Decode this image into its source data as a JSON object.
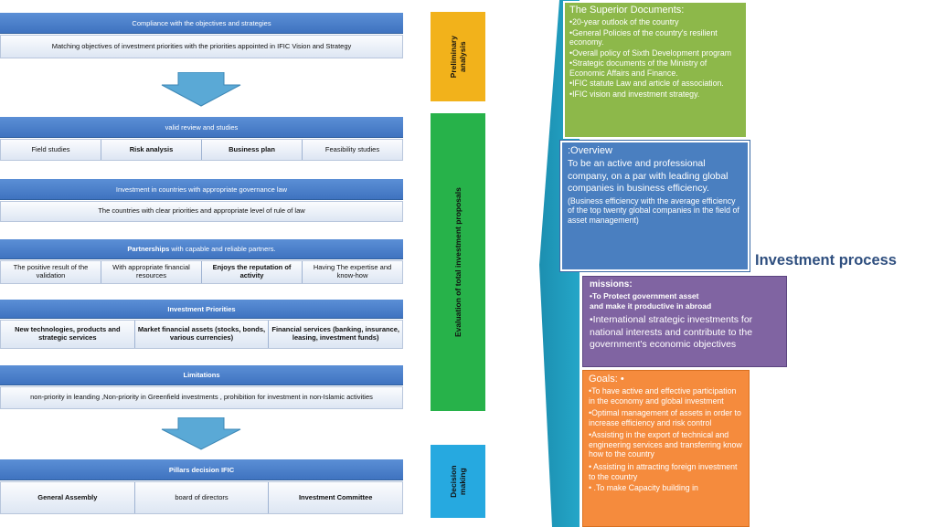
{
  "blocks": {
    "compliance": {
      "header": "Compliance with the objectives and strategies",
      "cells": [
        "Matching objectives of investment priorities  with  the priorities  appointed in  IFIC Vision and Strategy"
      ]
    },
    "review": {
      "header": "valid  review  and studies",
      "cells": [
        "Field studies",
        "Risk analysis",
        "Business plan",
        "Feasibility studies"
      ]
    },
    "governance": {
      "header": "Investment in countries with appropriate governance law",
      "cells": [
        "The countries with clear priorities and appropriate level of rule of law"
      ]
    },
    "partnerships": {
      "header_bold": "Partnerships",
      "header_rest": " with capable and reliable partners.",
      "cells": [
        "The positive result of the validation",
        "With appropriate financial resources",
        "Enjoys the reputation of activity",
        "Having The expertise and know-how"
      ]
    },
    "priorities": {
      "header": "Investment Priorities",
      "cells": [
        "New technologies, products and strategic services",
        "Market financial assets (stocks, bonds, various currencies)",
        "Financial services (banking, insurance, leasing, investment funds)"
      ]
    },
    "limitations": {
      "header": "Limitations",
      "cells": [
        "non-priority in leanding ,Non-priority in Greenfield investments  , prohibition for investment in non-Islamic activities"
      ]
    },
    "pillars": {
      "header": "Pillars decision IFIC",
      "cells": [
        "General Assembly",
        "board of directors",
        "Investment Committee"
      ]
    }
  },
  "stages": {
    "preliminary": "Preliminary analysis",
    "evaluation": "Evaluation of total investment proposals",
    "decision": "Decision making"
  },
  "panels": {
    "superior": {
      "title": "The Superior Documents:",
      "items": [
        "•20-year outlook of the  country",
        "•General Policies of the country's resilient economy.",
        "•Overall policy of Sixth Development program",
        "•Strategic documents of the Ministry of Economic Affairs and Finance.",
        "•IFIC statute Law and article of association.",
        "•IFIC vision and investment strategy."
      ]
    },
    "overview": {
      "title": ":Overview",
      "body": "To be an active and professional company, on a par with leading global companies in business efficiency.",
      "note": "(Business  efficiency with the average efficiency of the top twenty global companies in the field of asset management)"
    },
    "missions": {
      "title": "missions:",
      "items_bold": [
        "•To Protect government asset",
        "and make it productive in abroad"
      ],
      "item": "•International strategic investments for national interests and contribute to the government's economic objectives"
    },
    "goals": {
      "title": "Goals:   •",
      "items": [
        "•To have active and effective participation in the economy and global investment",
        "•Optimal management of assets in order to increase efficiency and risk control",
        "•Assisting in the export of technical and engineering  services  and transferring know how  to the country",
        "•    Assisting in attracting  foreign investment  to the country",
        "•    .To make Capacity  building  in"
      ]
    }
  },
  "process_title": "Investment process",
  "colors": {
    "header_blue": "#4a80cc",
    "arrow": "#5aa9d6",
    "preliminary": "#f2b21b",
    "evaluation": "#27b24a",
    "decision": "#26a9e0",
    "fan": "#1d96b8",
    "superior": "#8db84a",
    "overview": "#4a7fc0",
    "missions": "#8064a2",
    "goals": "#f58b3d"
  },
  "icons": [
    "down-arrow-icon",
    "down-arrow-icon"
  ]
}
